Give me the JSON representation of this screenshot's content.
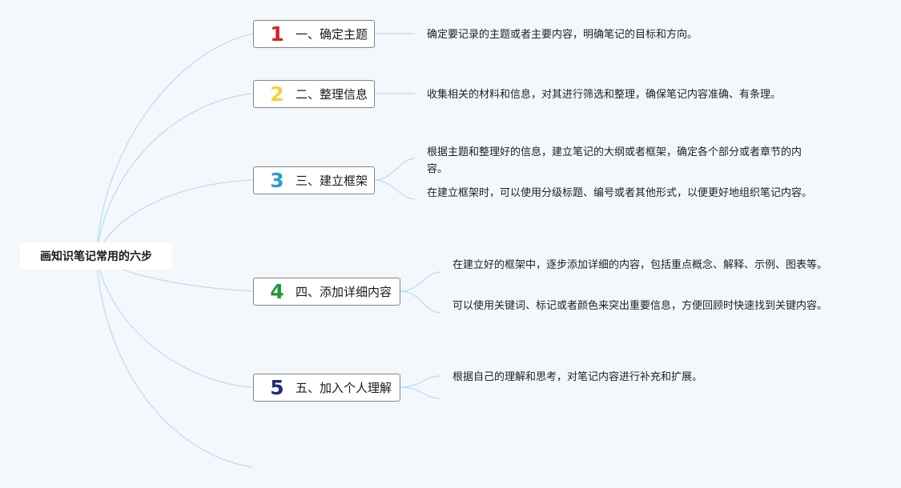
{
  "root": {
    "label": "画知识笔记常用的六步"
  },
  "steps": [
    {
      "num": "1",
      "color": "#d6202a",
      "title": "一、确定主题",
      "details": [
        "确定要记录的主题或者主要内容，明确笔记的目标和方向。"
      ]
    },
    {
      "num": "2",
      "color": "#f2d33c",
      "title": "二、整理信息",
      "details": [
        "收集相关的材料和信息，对其进行筛选和整理，确保笔记内容准确、有条理。"
      ]
    },
    {
      "num": "3",
      "color": "#2a9bd6",
      "title": "三、建立框架",
      "details": [
        "根据主题和整理好的信息，建立笔记的大纲或者框架，确定各个部分或者章节的内容。",
        "在建立框架时，可以使用分级标题、编号或者其他形式，以便更好地组织笔记内容。"
      ]
    },
    {
      "num": "4",
      "color": "#1e9a3a",
      "title": "四、添加详细内容",
      "details": [
        "在建立好的框架中，逐步添加详细的内容，包括重点概念、解释、示例、图表等。",
        "可以使用关键词、标记或者颜色来突出重要信息，方便回顾时快速找到关键内容。"
      ]
    },
    {
      "num": "5",
      "color": "#1c2f78",
      "title": "五、加入个人理解",
      "details": [
        "根据自己的理解和思考，对笔记内容进行补充和扩展。"
      ]
    }
  ],
  "colors": {
    "line": "#a9d9f2",
    "background": "#f4f7fc"
  }
}
